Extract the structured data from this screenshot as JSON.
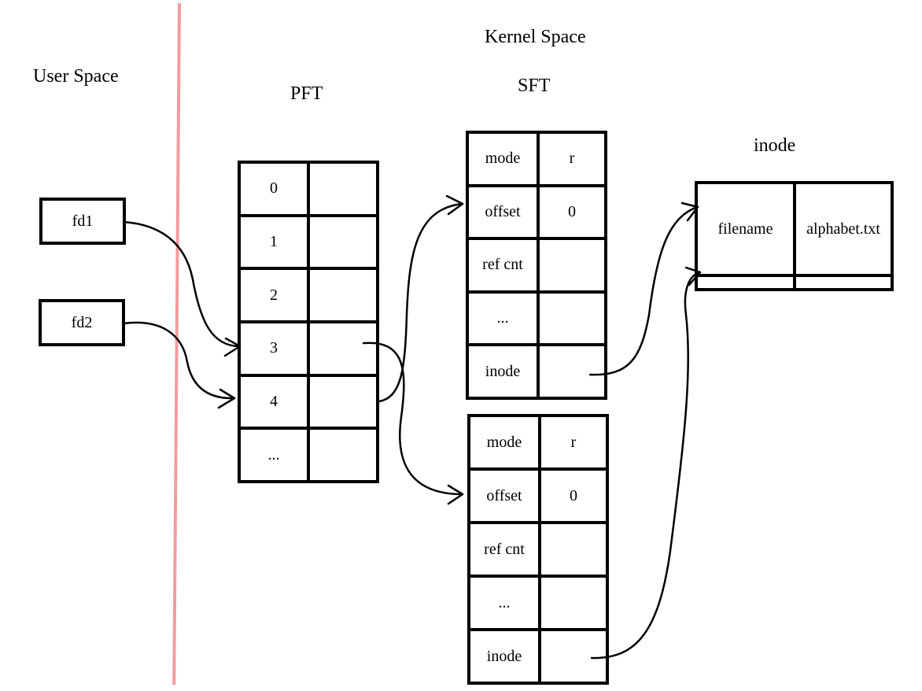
{
  "labels": {
    "user_space": "User Space",
    "kernel_space": "Kernel Space",
    "pft": "PFT",
    "sft": "SFT",
    "inode": "inode"
  },
  "user": {
    "fd1": "fd1",
    "fd2": "fd2"
  },
  "pft_rows": [
    "0",
    "1",
    "2",
    "3",
    "4",
    "..."
  ],
  "sft1": [
    [
      "mode",
      "r"
    ],
    [
      "offset",
      "0"
    ],
    [
      "ref cnt",
      ""
    ],
    [
      "...",
      ""
    ],
    [
      "inode",
      ""
    ]
  ],
  "sft2": [
    [
      "mode",
      "r"
    ],
    [
      "offset",
      "0"
    ],
    [
      "ref cnt",
      ""
    ],
    [
      "...",
      ""
    ],
    [
      "inode",
      ""
    ]
  ],
  "inode_table": [
    [
      "filename",
      "alphabet.txt"
    ],
    [
      "",
      ""
    ]
  ],
  "colors": {
    "divider": "#f29ca0",
    "ink": "#000000"
  }
}
